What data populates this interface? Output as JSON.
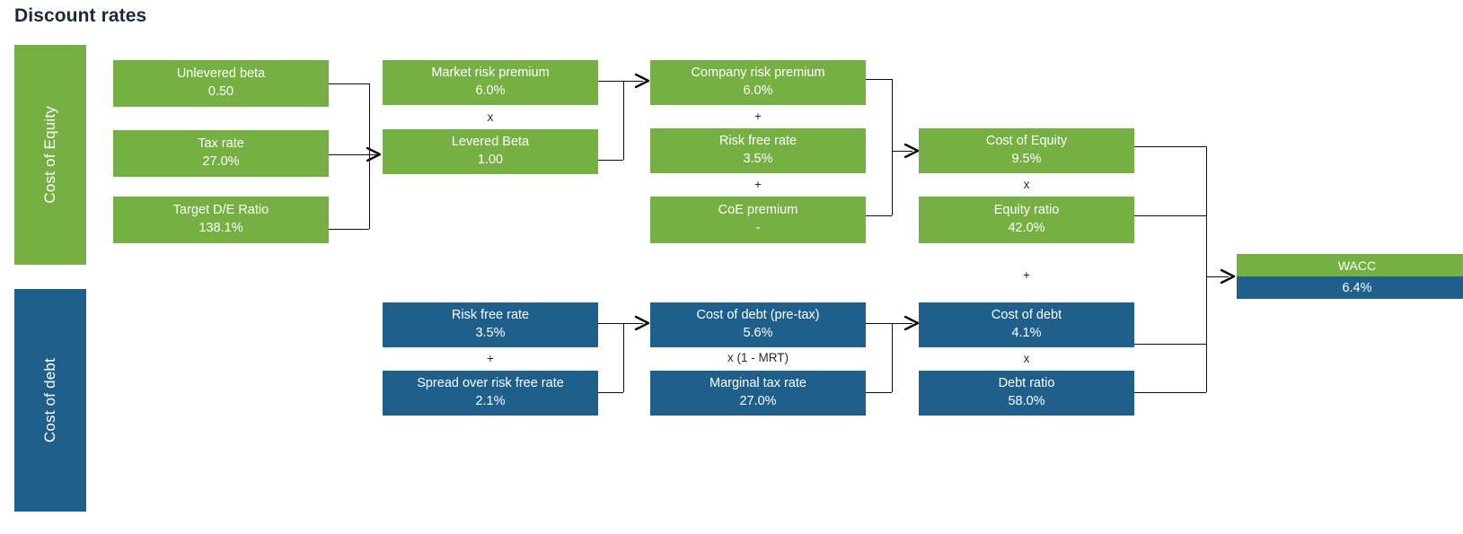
{
  "title": "Discount rates",
  "colors": {
    "equity": "#76b043",
    "debt": "#1f5f8b",
    "title": "#1b2a3a",
    "connector": "#0d0d0d",
    "background": "#ffffff"
  },
  "bands": {
    "equity": "Cost of Equity",
    "debt": "Cost of debt"
  },
  "equity_row": {
    "col1": [
      {
        "label": "Unlevered beta",
        "value": "0.50"
      },
      {
        "label": "Tax rate",
        "value": "27.0%"
      },
      {
        "label": "Target D/E Ratio",
        "value": "138.1%"
      }
    ],
    "col2": [
      {
        "label": "Market risk premium",
        "value": "6.0%"
      },
      {
        "label": "Levered Beta",
        "value": "1.00"
      }
    ],
    "col2_ops": [
      "x"
    ],
    "col3": [
      {
        "label": "Company risk premium",
        "value": "6.0%"
      },
      {
        "label": "Risk free rate",
        "value": "3.5%"
      },
      {
        "label": "CoE premium",
        "value": "-"
      }
    ],
    "col3_ops": [
      "+",
      "+"
    ],
    "col4": [
      {
        "label": "Cost of Equity",
        "value": "9.5%"
      },
      {
        "label": "Equity ratio",
        "value": "42.0%"
      }
    ],
    "col4_ops": [
      "x"
    ]
  },
  "debt_row": {
    "col2": [
      {
        "label": "Risk free rate",
        "value": "3.5%"
      },
      {
        "label": "Spread over risk free rate",
        "value": "2.1%"
      }
    ],
    "col2_ops": [
      "+"
    ],
    "col3": [
      {
        "label": "Cost of debt (pre-tax)",
        "value": "5.6%"
      },
      {
        "label": "Marginal tax rate",
        "value": "27.0%"
      }
    ],
    "col3_ops": [
      "x (1 - MRT)"
    ],
    "col4": [
      {
        "label": "Cost of debt",
        "value": "4.1%"
      },
      {
        "label": "Debt ratio",
        "value": "58.0%"
      }
    ],
    "col4_ops": [
      "x"
    ]
  },
  "middle_op": "+",
  "result": {
    "label": "WACC",
    "value": "6.4%"
  }
}
